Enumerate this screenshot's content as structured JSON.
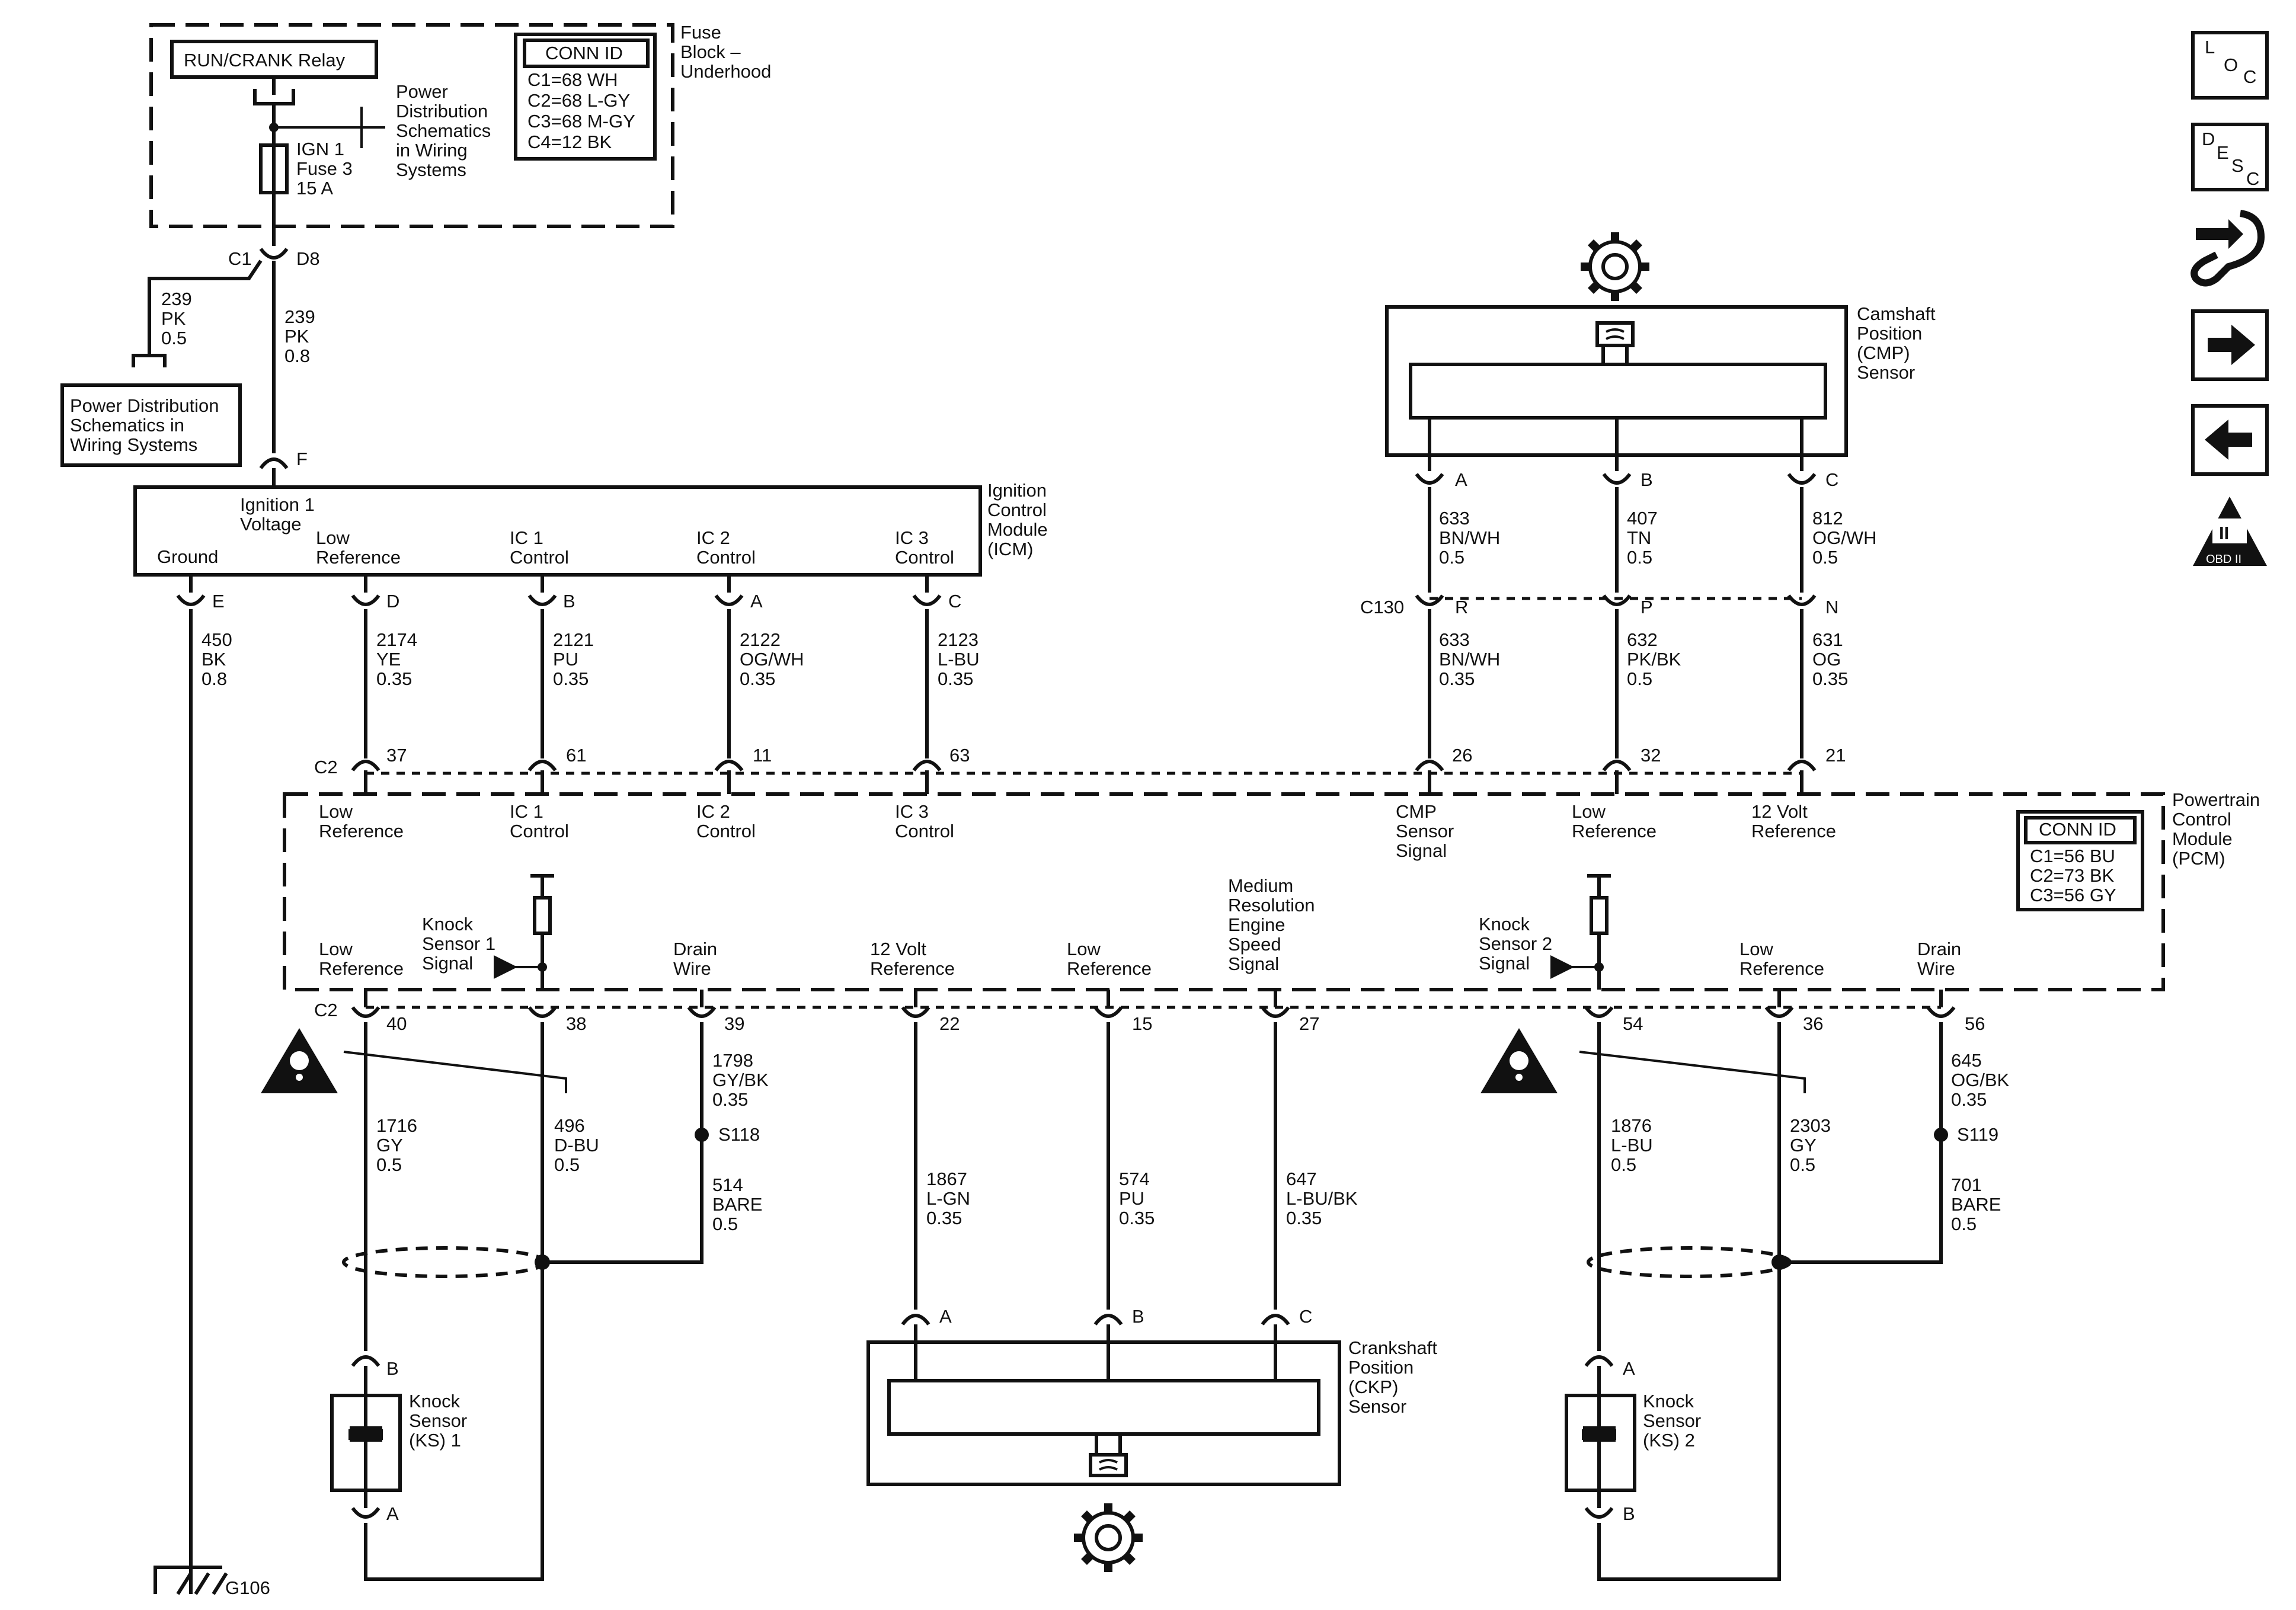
{
  "fuse_block": {
    "title": [
      "Fuse",
      "Block –",
      "Underhood"
    ],
    "relay": "RUN/CRANK Relay",
    "power_ref": [
      "Power",
      "Distribution",
      "Schematics",
      "in Wiring",
      "Systems"
    ],
    "fuse": [
      "IGN 1",
      "Fuse 3",
      "15 A"
    ],
    "conn_id": {
      "title": "CONN ID",
      "items": [
        "C1=68 WH",
        "C2=68 L-GY",
        "C3=68 M-GY",
        "C4=12 BK"
      ]
    },
    "conn": "C1",
    "pin": "D8"
  },
  "power_dist_box": [
    "Power Distribution",
    "Schematics in",
    "Wiring Systems"
  ],
  "splice_wire": [
    "239",
    "PK",
    "0.5"
  ],
  "ign_feed_wire": [
    "239",
    "PK",
    "0.8"
  ],
  "icm": {
    "title": [
      "Ignition",
      "Control",
      "Module",
      "(ICM)"
    ],
    "feed_pin": "F",
    "labels": {
      "ign": [
        "Ignition 1",
        "Voltage"
      ],
      "ground": "Ground",
      "low_ref": [
        "Low",
        "Reference"
      ],
      "ic1": [
        "IC 1",
        "Control"
      ],
      "ic2": [
        "IC 2",
        "Control"
      ],
      "ic3": [
        "IC 3",
        "Control"
      ]
    },
    "pins": [
      "E",
      "D",
      "B",
      "A",
      "C"
    ]
  },
  "icm_wires": [
    [
      "450",
      "BK",
      "0.8"
    ],
    [
      "2174",
      "YE",
      "0.35"
    ],
    [
      "2121",
      "PU",
      "0.35"
    ],
    [
      "2122",
      "OG/WH",
      "0.35"
    ],
    [
      "2123",
      "L-BU",
      "0.35"
    ]
  ],
  "cmp": {
    "title": [
      "Camshaft",
      "Position",
      "(CMP)",
      "Sensor"
    ],
    "pins": [
      "A",
      "B",
      "C"
    ],
    "wires": [
      [
        "633",
        "BN/WH",
        "0.5"
      ],
      [
        "407",
        "TN",
        "0.5"
      ],
      [
        "812",
        "OG/WH",
        "0.5"
      ]
    ],
    "connector": "C130",
    "c130_pins": [
      "R",
      "P",
      "N"
    ],
    "harness_wires": [
      [
        "633",
        "BN/WH",
        "0.35"
      ],
      [
        "632",
        "PK/BK",
        "0.5"
      ],
      [
        "631",
        "OG",
        "0.35"
      ]
    ]
  },
  "pcm": {
    "title": [
      "Powertrain",
      "Control",
      "Module",
      "(PCM)"
    ],
    "conn": "C2",
    "upper_pins": [
      "37",
      "61",
      "11",
      "63",
      "26",
      "32",
      "21"
    ],
    "upper_labels": [
      [
        "Low",
        "Reference"
      ],
      [
        "IC 1",
        "Control"
      ],
      [
        "IC 2",
        "Control"
      ],
      [
        "IC 3",
        "Control"
      ],
      [
        "CMP",
        "Sensor",
        "Signal"
      ],
      [
        "Low",
        "Reference"
      ],
      [
        "12 Volt",
        "Reference"
      ]
    ],
    "lower_labels": [
      [
        "Low",
        "Reference"
      ],
      [
        "Knock",
        "Sensor 1",
        "Signal"
      ],
      [
        "Drain",
        "Wire"
      ],
      [
        "12 Volt",
        "Reference"
      ],
      [
        "Low",
        "Reference"
      ],
      [
        "Medium",
        "Resolution",
        "Engine",
        "Speed",
        "Signal"
      ],
      [
        "Knock",
        "Sensor 2",
        "Signal"
      ],
      [
        "Low",
        "Reference"
      ],
      [
        "Drain",
        "Wire"
      ]
    ],
    "lower_conn": "C2",
    "lower_pins": [
      "40",
      "38",
      "39",
      "22",
      "15",
      "27",
      "54",
      "36",
      "56"
    ],
    "conn_id": {
      "title": "CONN ID",
      "items": [
        "C1=56 BU",
        "C2=73 BK",
        "C3=56 GY"
      ]
    }
  },
  "lower_wires": {
    "ks1_low": [
      "1716",
      "GY",
      "0.5"
    ],
    "ks1_sig": [
      "496",
      "D-BU",
      "0.5"
    ],
    "drain1_top": [
      "1798",
      "GY/BK",
      "0.35"
    ],
    "splice1": "S118",
    "drain1_bottom": [
      "514",
      "BARE",
      "0.5"
    ],
    "ckp_12v": [
      "1867",
      "L-GN",
      "0.35"
    ],
    "ckp_low": [
      "574",
      "PU",
      "0.35"
    ],
    "ckp_sig": [
      "647",
      "L-BU/BK",
      "0.35"
    ],
    "ks2_sig": [
      "1876",
      "L-BU",
      "0.5"
    ],
    "ks2_low": [
      "2303",
      "GY",
      "0.5"
    ],
    "drain2_top": [
      "645",
      "OG/BK",
      "0.35"
    ],
    "splice2": "S119",
    "drain2_bottom": [
      "701",
      "BARE",
      "0.5"
    ]
  },
  "ckp": {
    "title": [
      "Crankshaft",
      "Position",
      "(CKP)",
      "Sensor"
    ],
    "pins": [
      "A",
      "B",
      "C"
    ]
  },
  "ks1": {
    "title": [
      "Knock",
      "Sensor",
      "(KS) 1"
    ],
    "pin_top": "B",
    "pin_bottom": "A"
  },
  "ks2": {
    "title": [
      "Knock",
      "Sensor",
      "(KS) 2"
    ],
    "pin_top": "A",
    "pin_bottom": "B"
  },
  "ground": "G106",
  "nav": {
    "loc": [
      "L",
      "O",
      "C"
    ],
    "desc": [
      "D",
      "E",
      "S",
      "C"
    ],
    "obd_numeral": "II",
    "obd_label": "OBD II"
  }
}
